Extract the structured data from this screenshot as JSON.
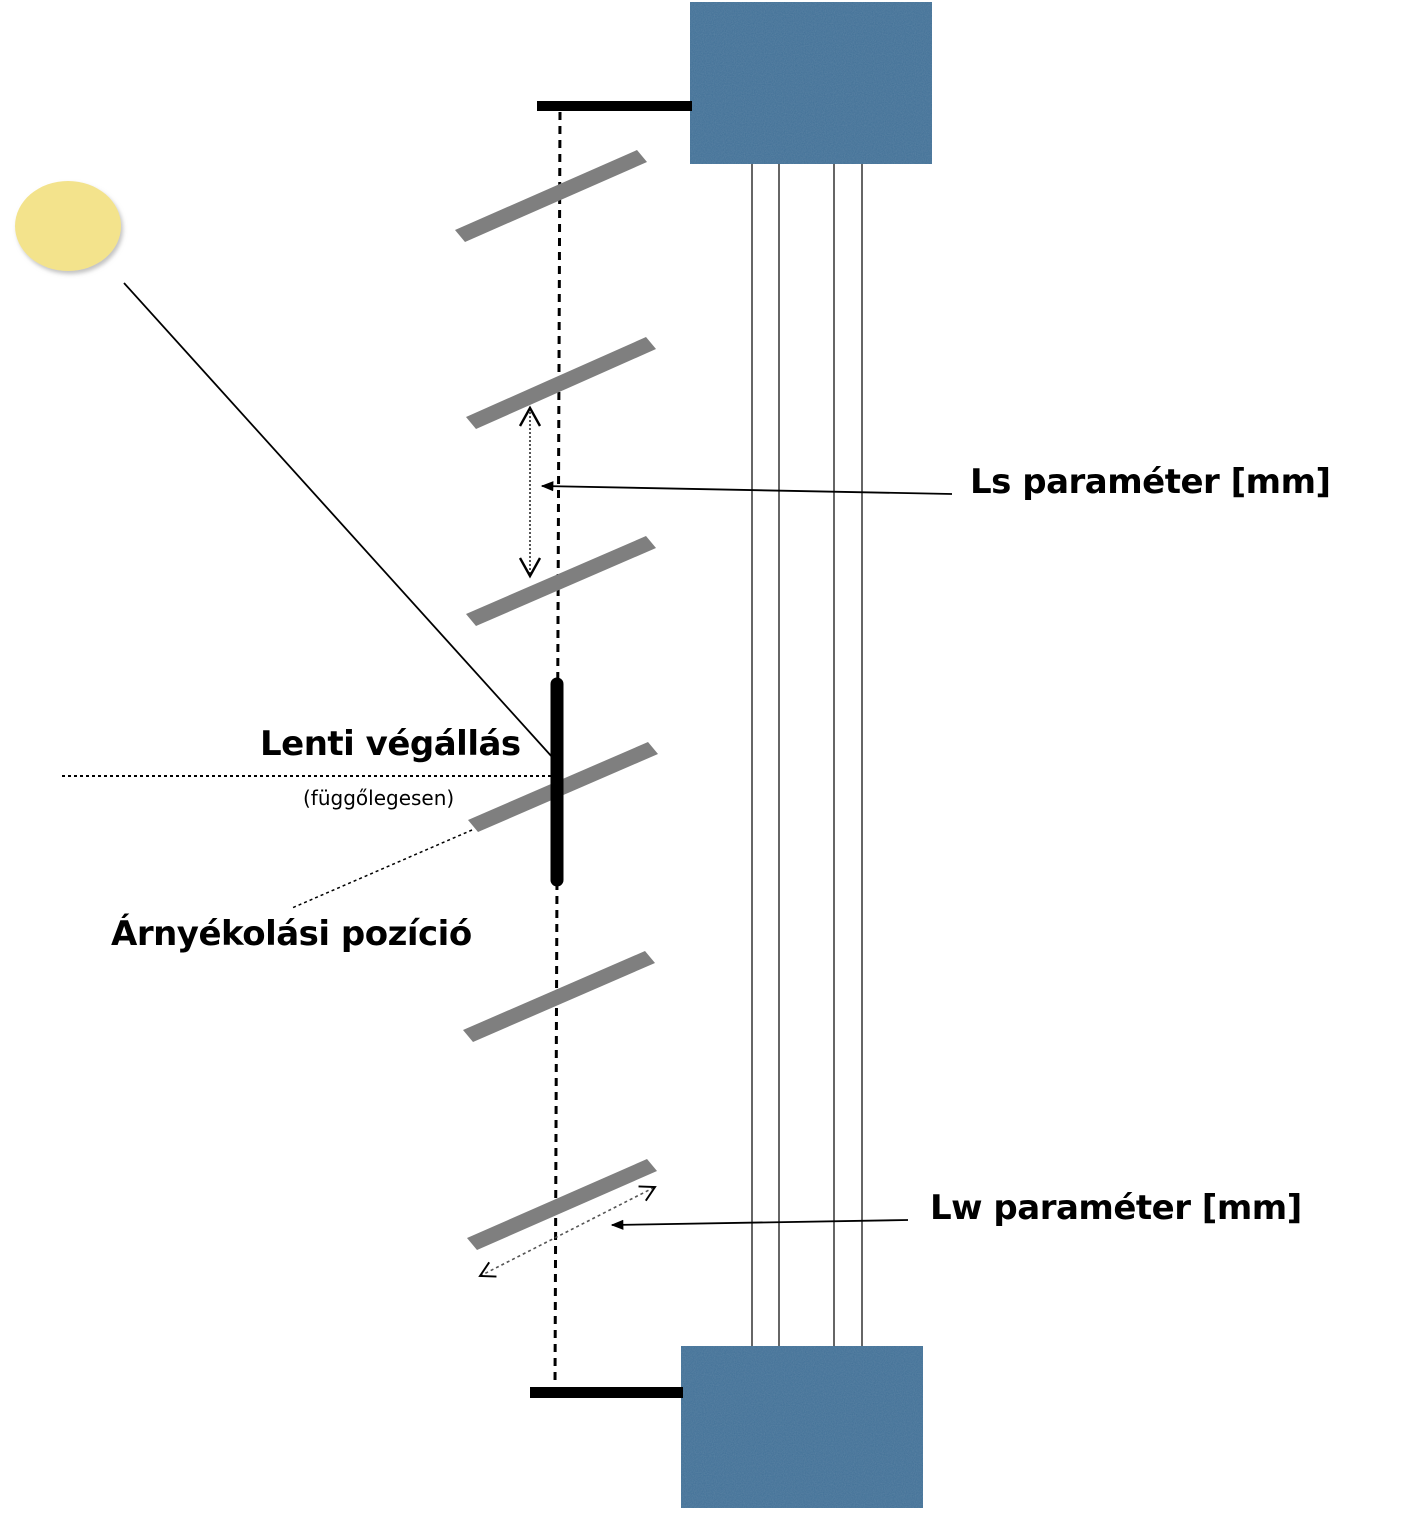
{
  "labels": {
    "ls_param": "Ls paraméter [mm]",
    "lw_param": "Lw paraméter [mm]",
    "lower_end": "Lenti végállás",
    "lower_end_sub": "(függőlegesen)",
    "shading_position": "Árnyékolási pozíció"
  },
  "colors": {
    "frame_block": "#3f6f96",
    "louver": "#7f7f7f",
    "sun": "#f3e38c",
    "line": "#000000",
    "glass_line": "#666666"
  },
  "icons": {
    "sun": "sun-icon"
  }
}
